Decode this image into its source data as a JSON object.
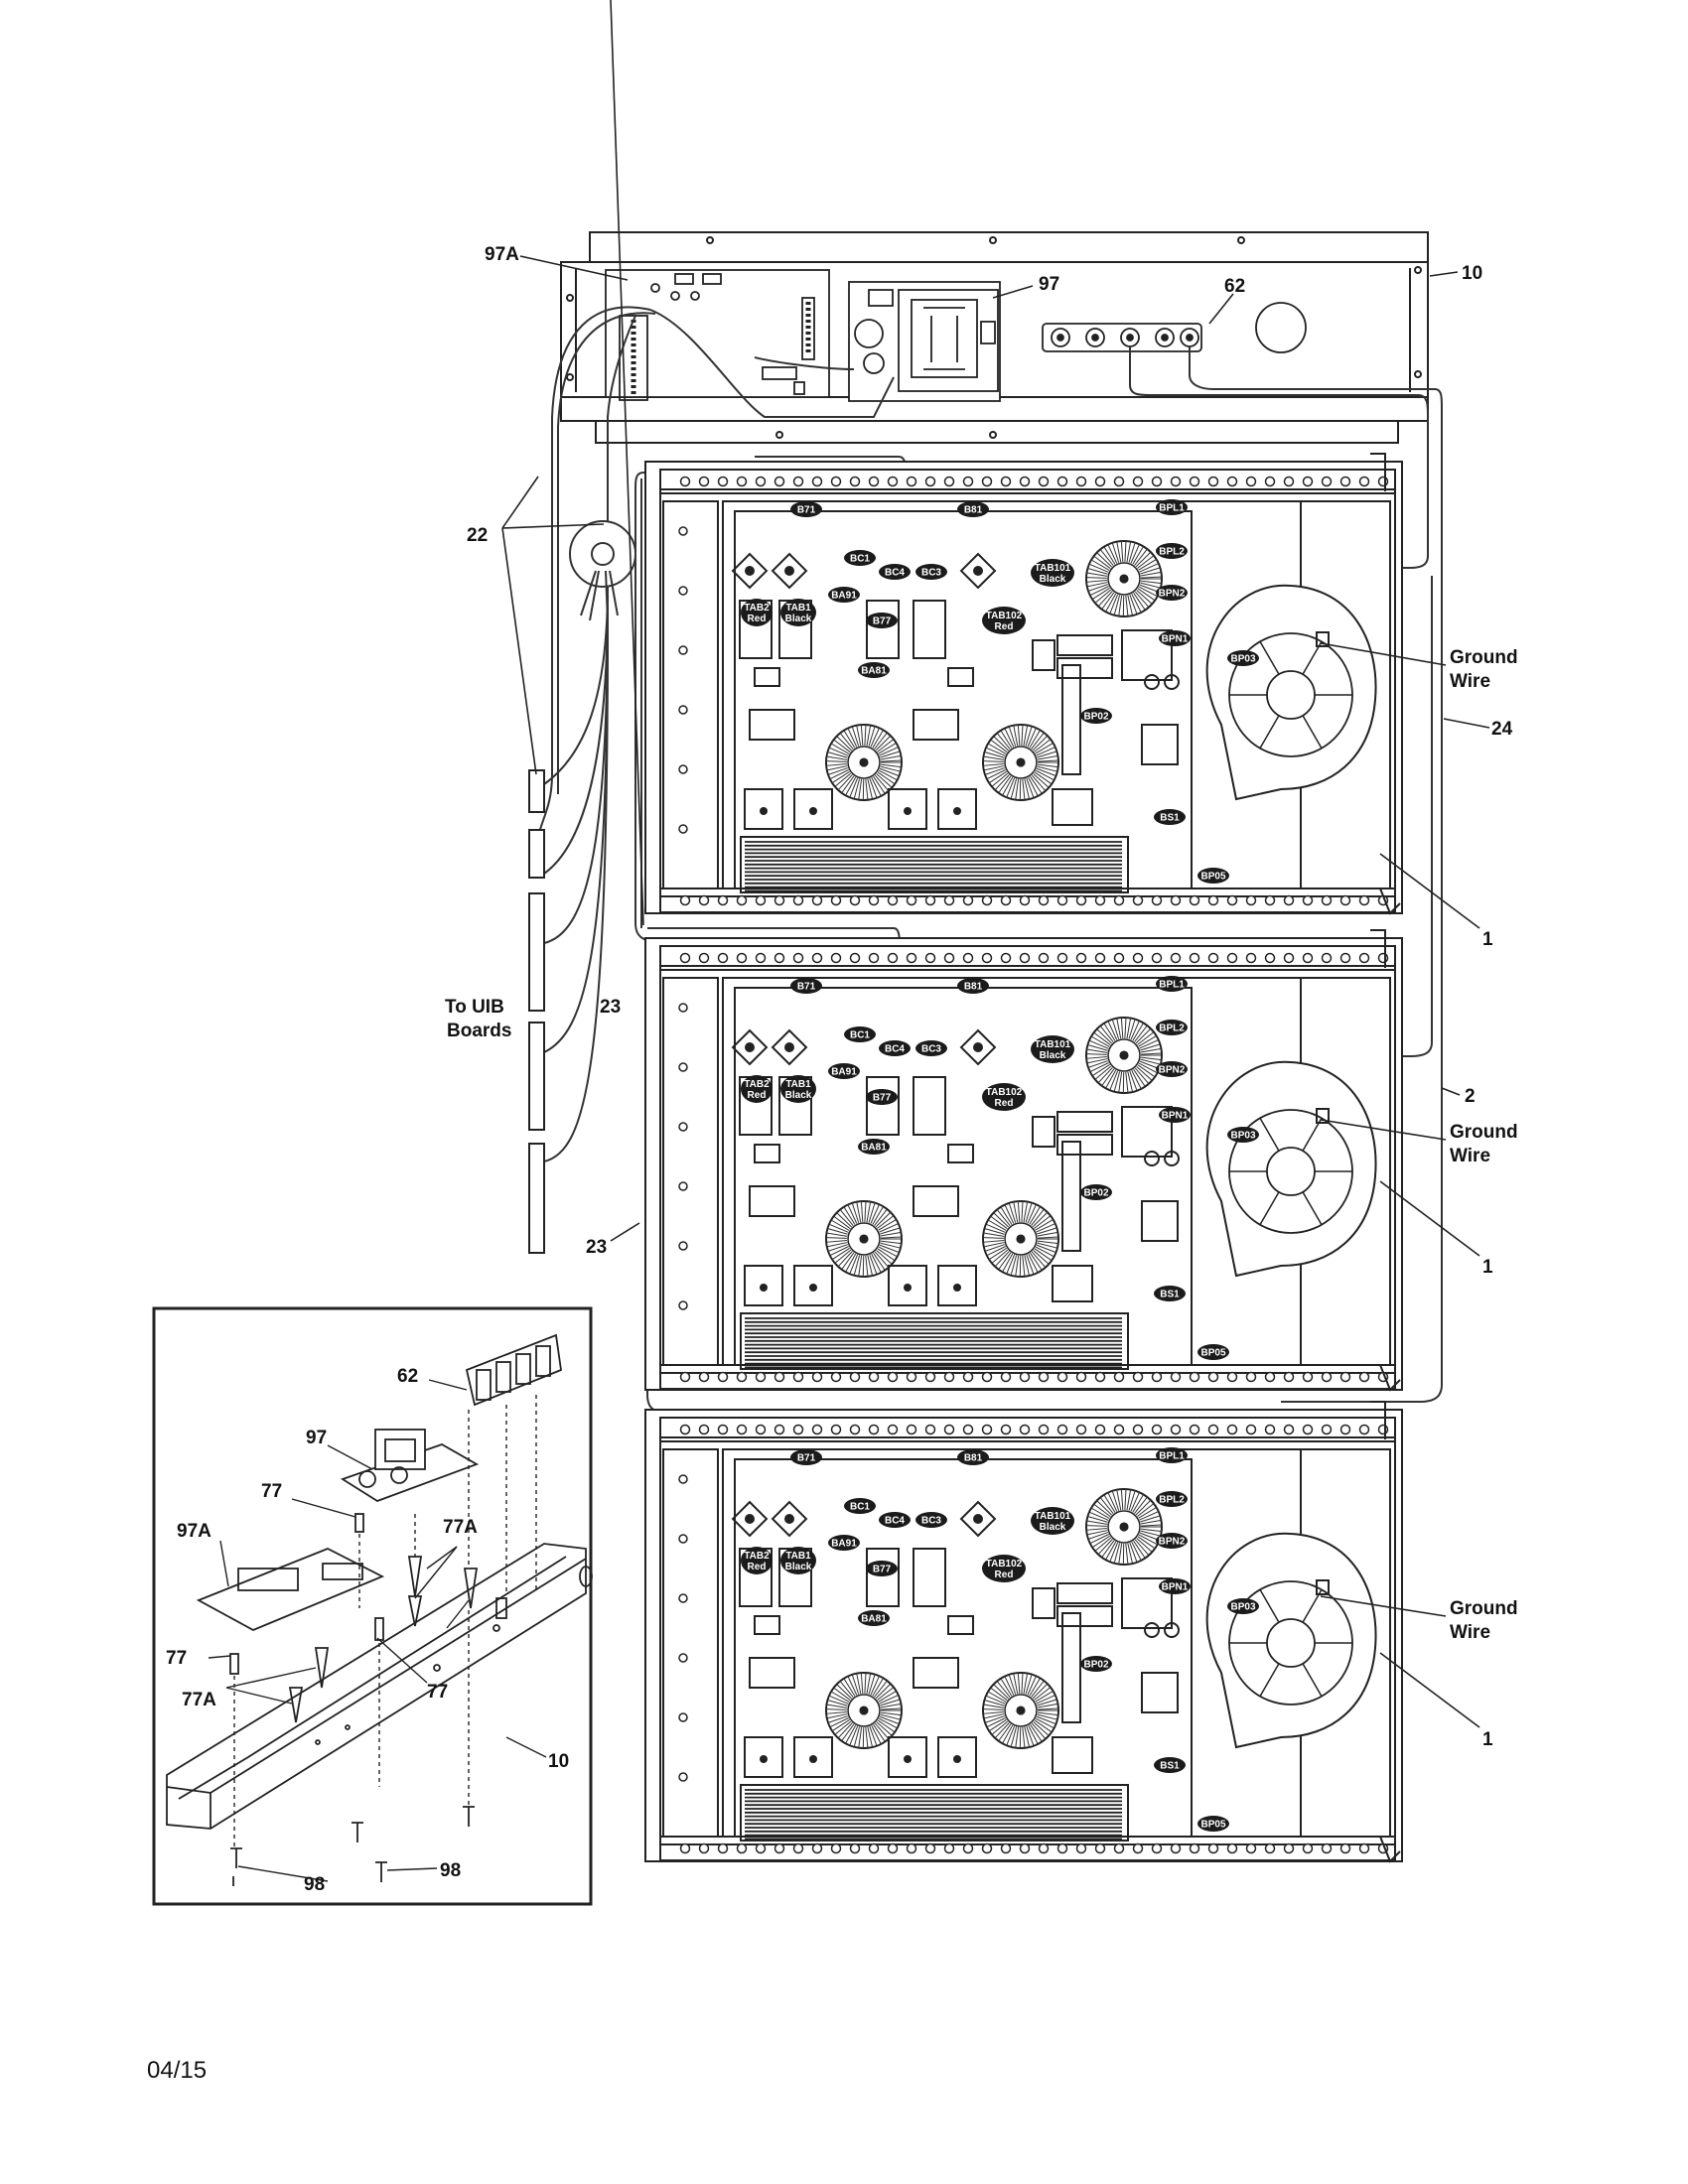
{
  "callouts": {
    "c97A": "97A",
    "c97": "97",
    "c62": "62",
    "c10": "10",
    "c22": "22",
    "c23a": "23",
    "c23b": "23",
    "c24": "24",
    "c2": "2",
    "c1a": "1",
    "c1b": "1",
    "c1c": "1",
    "ground_wire": [
      "Ground",
      "Wire"
    ],
    "to_uib": [
      "To UIB",
      "Boards"
    ]
  },
  "board_tags": {
    "b71": "B71",
    "b81": "B81",
    "bpl1": "BPL1",
    "bpl2": "BPL2",
    "bpn2": "BPN2",
    "bpn1": "BPN1",
    "bc1": "BC1",
    "bc4": "BC4",
    "bc3": "BC3",
    "ba91": "BA91",
    "tab2": [
      "TAB2",
      "Red"
    ],
    "tab1": [
      "TAB1",
      "Black"
    ],
    "tab102": [
      "TAB102",
      "Red"
    ],
    "tab101": [
      "TAB101",
      "Black"
    ],
    "b77": "B77",
    "ba81": "BA81",
    "bp03": "BP03",
    "bp02": "BP02",
    "bs1": "BS1",
    "bp05": "BP05"
  },
  "inset": {
    "c62": "62",
    "c97": "97",
    "c77a": "77",
    "c97A": "97A",
    "c77A_a": "77A",
    "c77b": "77",
    "c77A_b": "77A",
    "c77c": "77",
    "c10": "10",
    "c98a": "98",
    "c98b": "98"
  },
  "footer": {
    "date": "04/15"
  }
}
